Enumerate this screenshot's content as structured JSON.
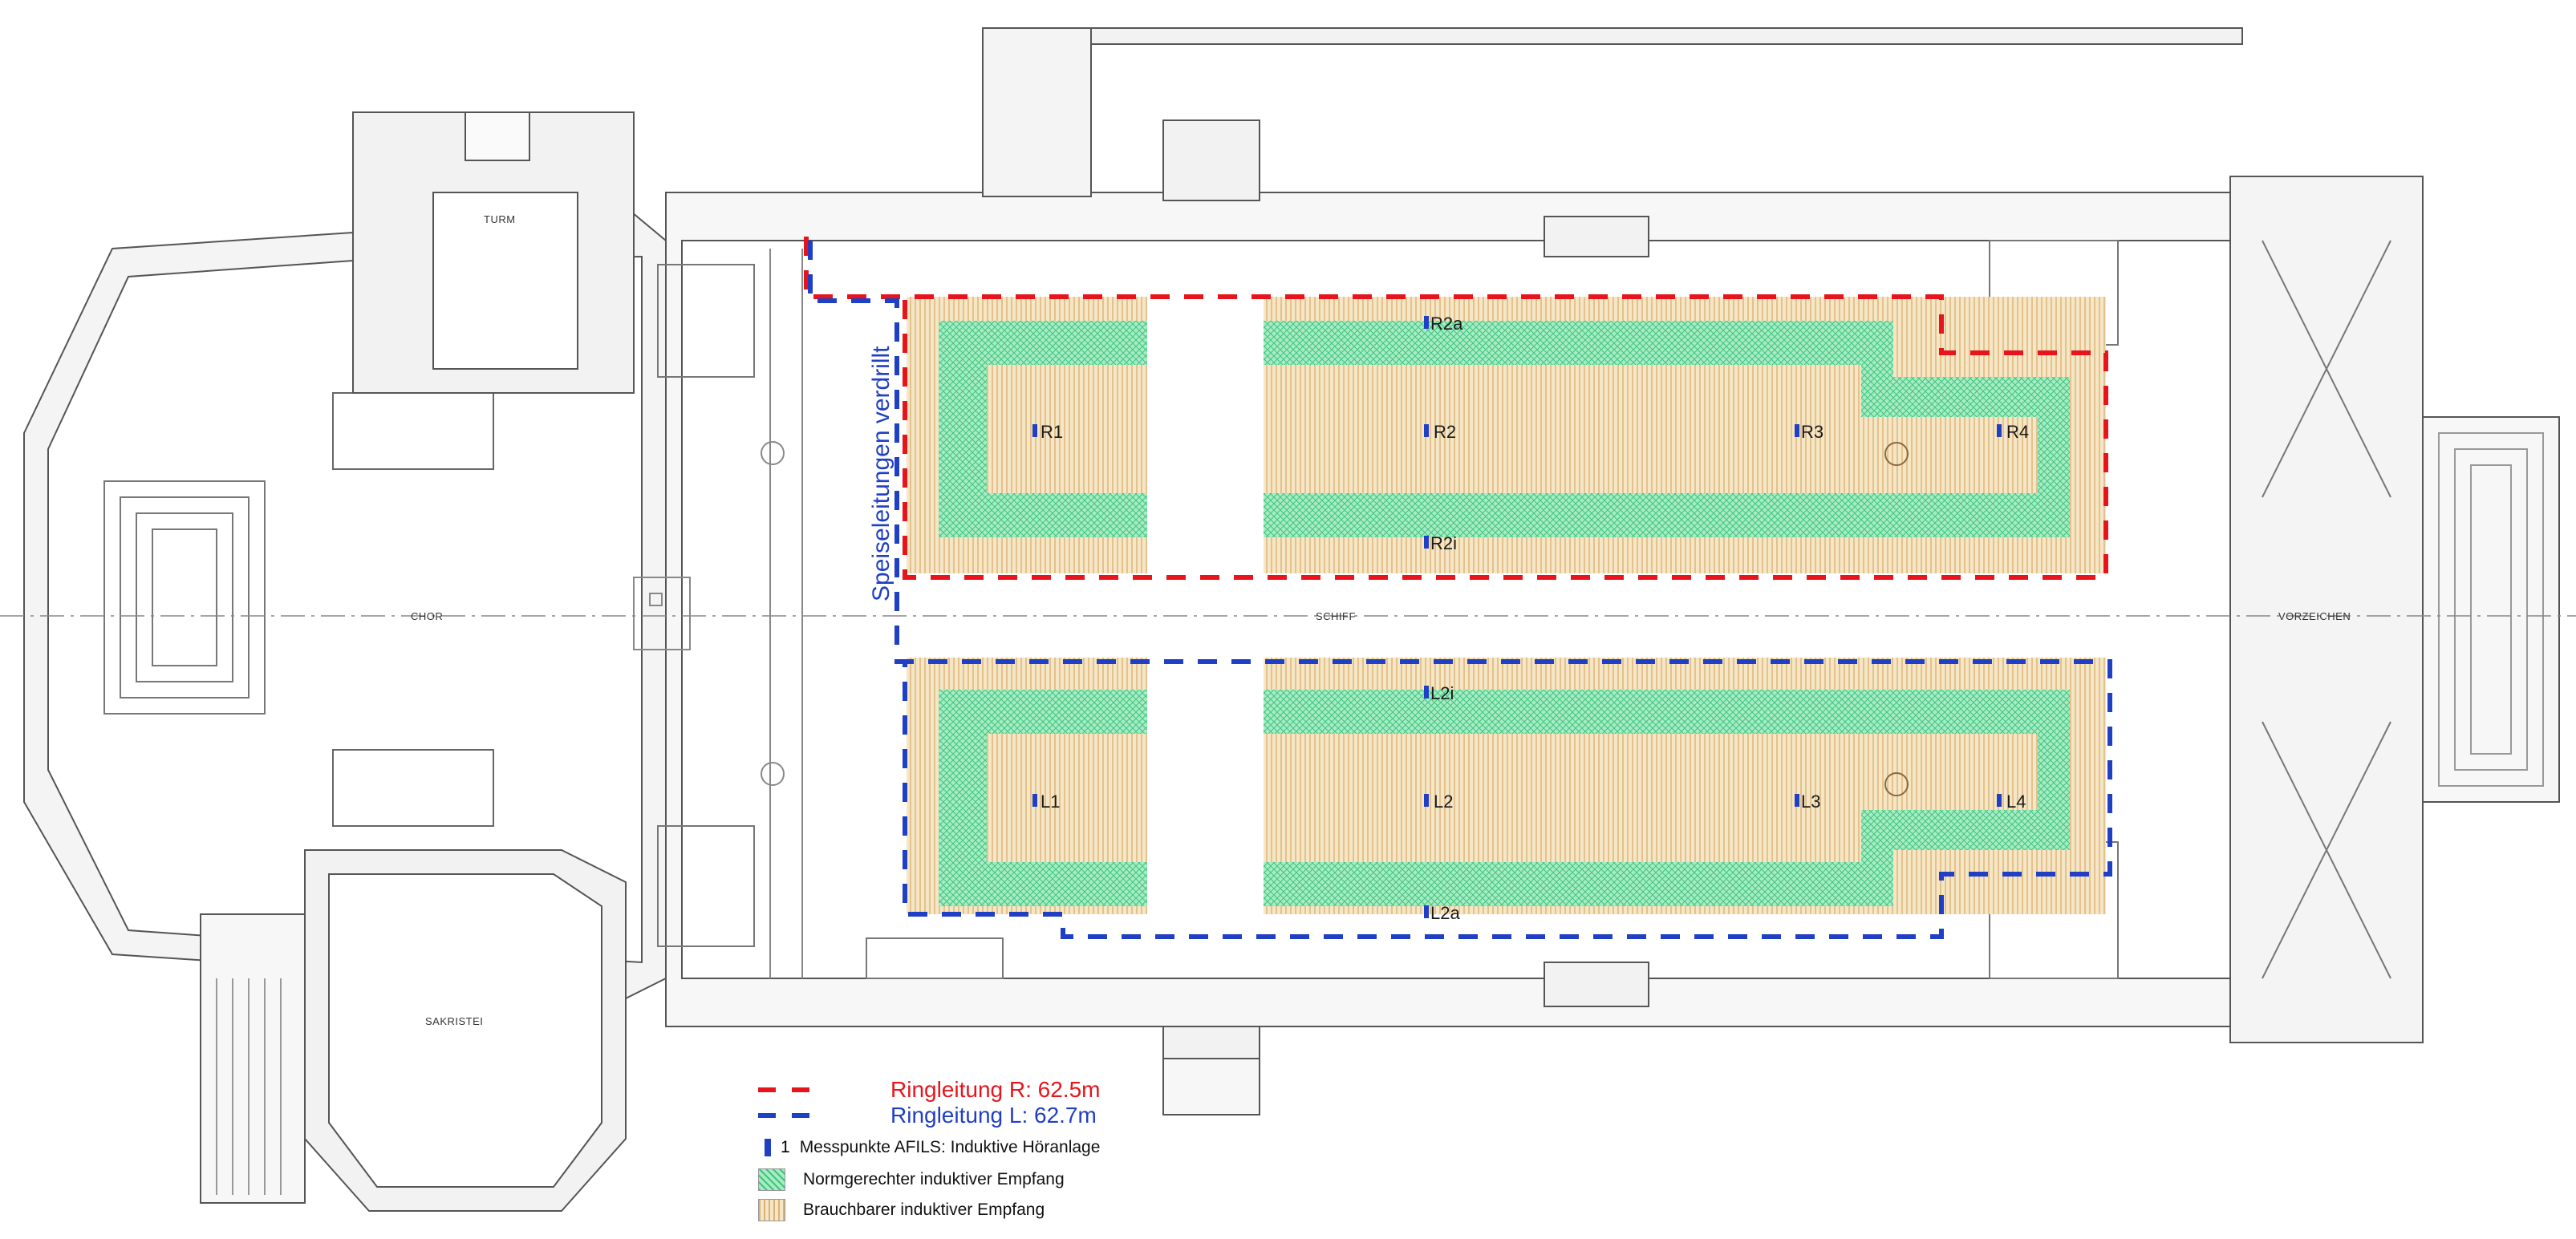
{
  "rooms": {
    "turm": "TURM",
    "chor": "CHOR",
    "schiff": "SCHIFF",
    "vorzeichen": "VORZEICHEN",
    "sakristei": "SAKRISTEI"
  },
  "feed_label": "Speiseleitungen verdrillt",
  "points": {
    "R1": "R1",
    "R2": "R2",
    "R2a": "R2a",
    "R2i": "R2i",
    "R3": "R3",
    "R4": "R4",
    "L1": "L1",
    "L2": "L2",
    "L2a": "L2a",
    "L2i": "L2i",
    "L3": "L3",
    "L4": "L4"
  },
  "legend": {
    "ring_r": "Ringleitung R: 62.5m",
    "ring_l": "Ringleitung L: 62.7m",
    "measure_num": "1",
    "measure": "Messpunkte AFILS: Induktive Höranlage",
    "norm": "Normgerechter induktiver Empfang",
    "usable": "Brauchbarer induktiver Empfang"
  },
  "colors": {
    "ring_r": "#e8141c",
    "ring_l": "#1f3fc4",
    "norm_fill": "#3fd08a",
    "usable_fill": "#e8c98c",
    "wall": "#444444"
  }
}
